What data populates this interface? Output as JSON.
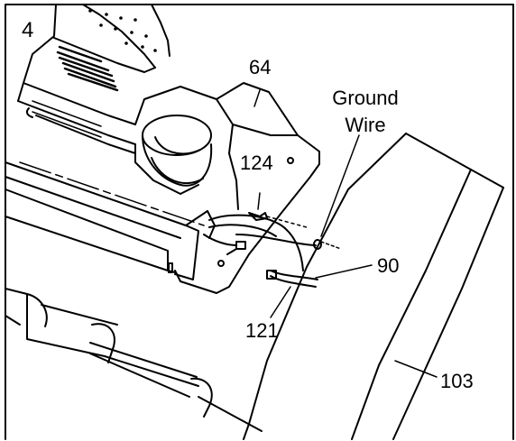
{
  "figure": {
    "step_number": "4",
    "callouts": {
      "part_64": "64",
      "ground_wire_line1": "Ground",
      "ground_wire_line2": "Wire",
      "part_124": "124",
      "part_90": "90",
      "part_121": "121",
      "part_103": "103"
    },
    "colors": {
      "ink": "#000000",
      "paper": "#ffffff"
    }
  }
}
